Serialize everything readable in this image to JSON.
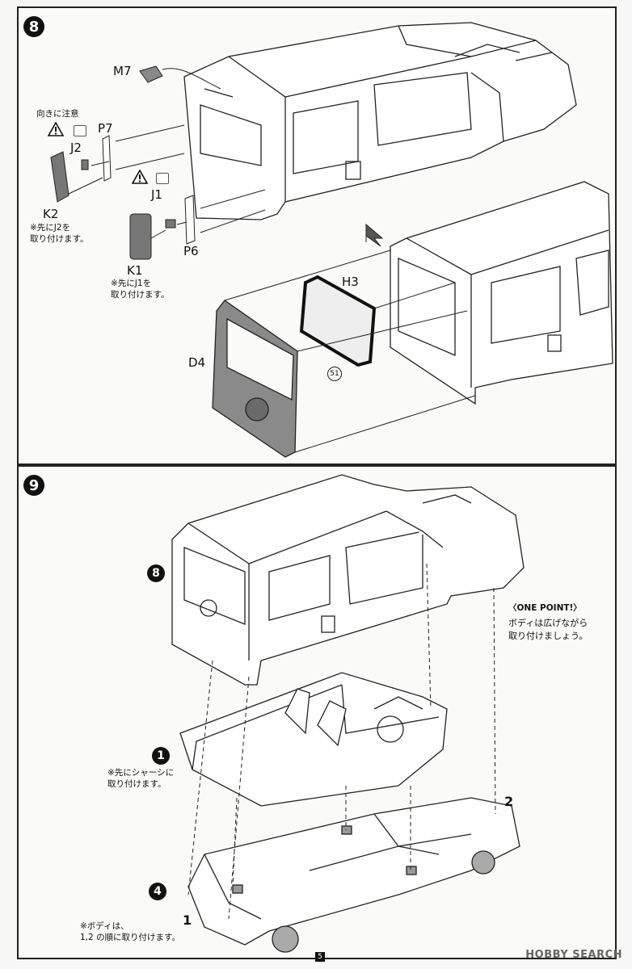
{
  "steps": {
    "step8": {
      "number": "8"
    },
    "step9": {
      "number": "9"
    }
  },
  "step8_parts": {
    "M7": "M7",
    "P7": "P7",
    "J2": "J2",
    "K2": "K2",
    "J1": "J1",
    "K1": "K1",
    "P6": "P6",
    "H3": "H3",
    "D4": "D4",
    "clear_part_number": "51"
  },
  "step8_notes": {
    "orientation_note": "向きに注意",
    "k2_note": "※先にJ2を\n取り付けます。",
    "k1_note": "※先にJ1を\n取り付けます。"
  },
  "step9_labels": {
    "ref_step8": "8",
    "ref_step1": "1",
    "ref_step4": "4",
    "point1": "1",
    "point2": "2"
  },
  "step9_notes": {
    "chassis_note": "※先にシャーシに\n取り付けます。",
    "body_order_note": "※ボディは、\n1,2 の順に取り付けます。",
    "one_point_title": "〈ONE POINT!〉",
    "one_point_text": "ボディは広げながら\n取り付けましょう。"
  },
  "footer": {
    "page_number": "5",
    "watermark": "HOBBY SEARCH"
  }
}
